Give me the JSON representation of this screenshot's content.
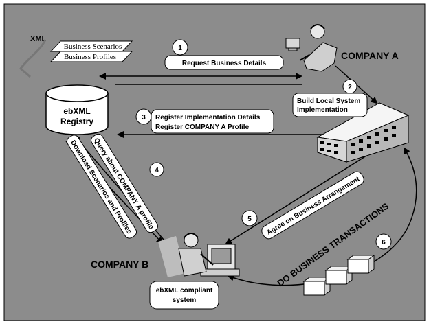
{
  "colors": {
    "background": "#8c8c8c",
    "frame": "#000000",
    "label_fill": "#ffffff",
    "ink": "#000000"
  },
  "xml_label": "XML",
  "document_stack": {
    "line1": "Business Scenarios",
    "line2": "Business Profiles"
  },
  "registry": {
    "line1": "ebXML",
    "line2": "Registry"
  },
  "company_a": "COMPANY A",
  "company_b": "COMPANY B",
  "steps": [
    {
      "number": "1",
      "lines": [
        "Request Business Details"
      ]
    },
    {
      "number": "2",
      "lines": [
        "Build Local System",
        "Implementation"
      ]
    },
    {
      "number": "3",
      "lines": [
        "Register Implementation Details",
        "Register COMPANY A  Profile"
      ]
    },
    {
      "number": "4",
      "lines": [
        "Query about COMPANY A profile",
        "Download  Scenarios and Profiles"
      ]
    },
    {
      "number": "5",
      "lines": [
        "Agree on Business Arrangement"
      ]
    },
    {
      "number": "6",
      "lines": [
        "DO BUSINESS TRANSACTIONS"
      ]
    }
  ],
  "compliant_system": {
    "line1": "ebXML compliant",
    "line2": "system"
  }
}
